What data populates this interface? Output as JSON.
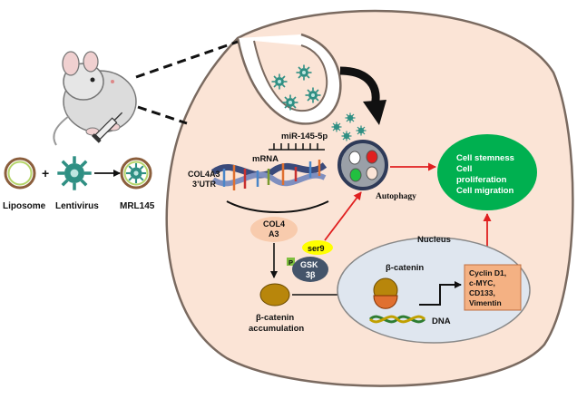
{
  "labels": {
    "liposome": "Liposome",
    "plus": "+",
    "lentivirus": "Lentivirus",
    "mrl145": "MRL145",
    "mir": "miR-145-5p",
    "mrna": "mRNA",
    "col4a3_utr_1": "COL4A3",
    "col4a3_utr_2": "3’UTR",
    "autophagy": "Autophagy",
    "col4_1": "COL4",
    "col4_2": "A3",
    "ser9": "ser9",
    "p": "P",
    "gsk_1": "GSK",
    "gsk_2": "3β",
    "bcat_acc_1": "β-catenin",
    "bcat_acc_2": "accumulation",
    "nucleus": "Nucleus",
    "bcat_nuc": "β-catenin",
    "dna": "DNA",
    "targets": [
      "Cyclin D1,",
      "c-MYC,",
      "CD133,",
      "Vimentin"
    ],
    "outcomes": [
      "Cell stemness",
      "Cell",
      "proliferation",
      "Cell migration"
    ]
  },
  "colors": {
    "cell_fill": "#fbe4d6",
    "nucleus_fill": "#dfe6ef",
    "outcome_fill": "#00b050",
    "target_fill": "#f4b183",
    "col4_fill": "#f8cbad",
    "ser9_fill": "#ffff00",
    "gsk_fill": "#44546a",
    "virus_color": "#2f8f83",
    "arrow_red": "#e02020"
  }
}
